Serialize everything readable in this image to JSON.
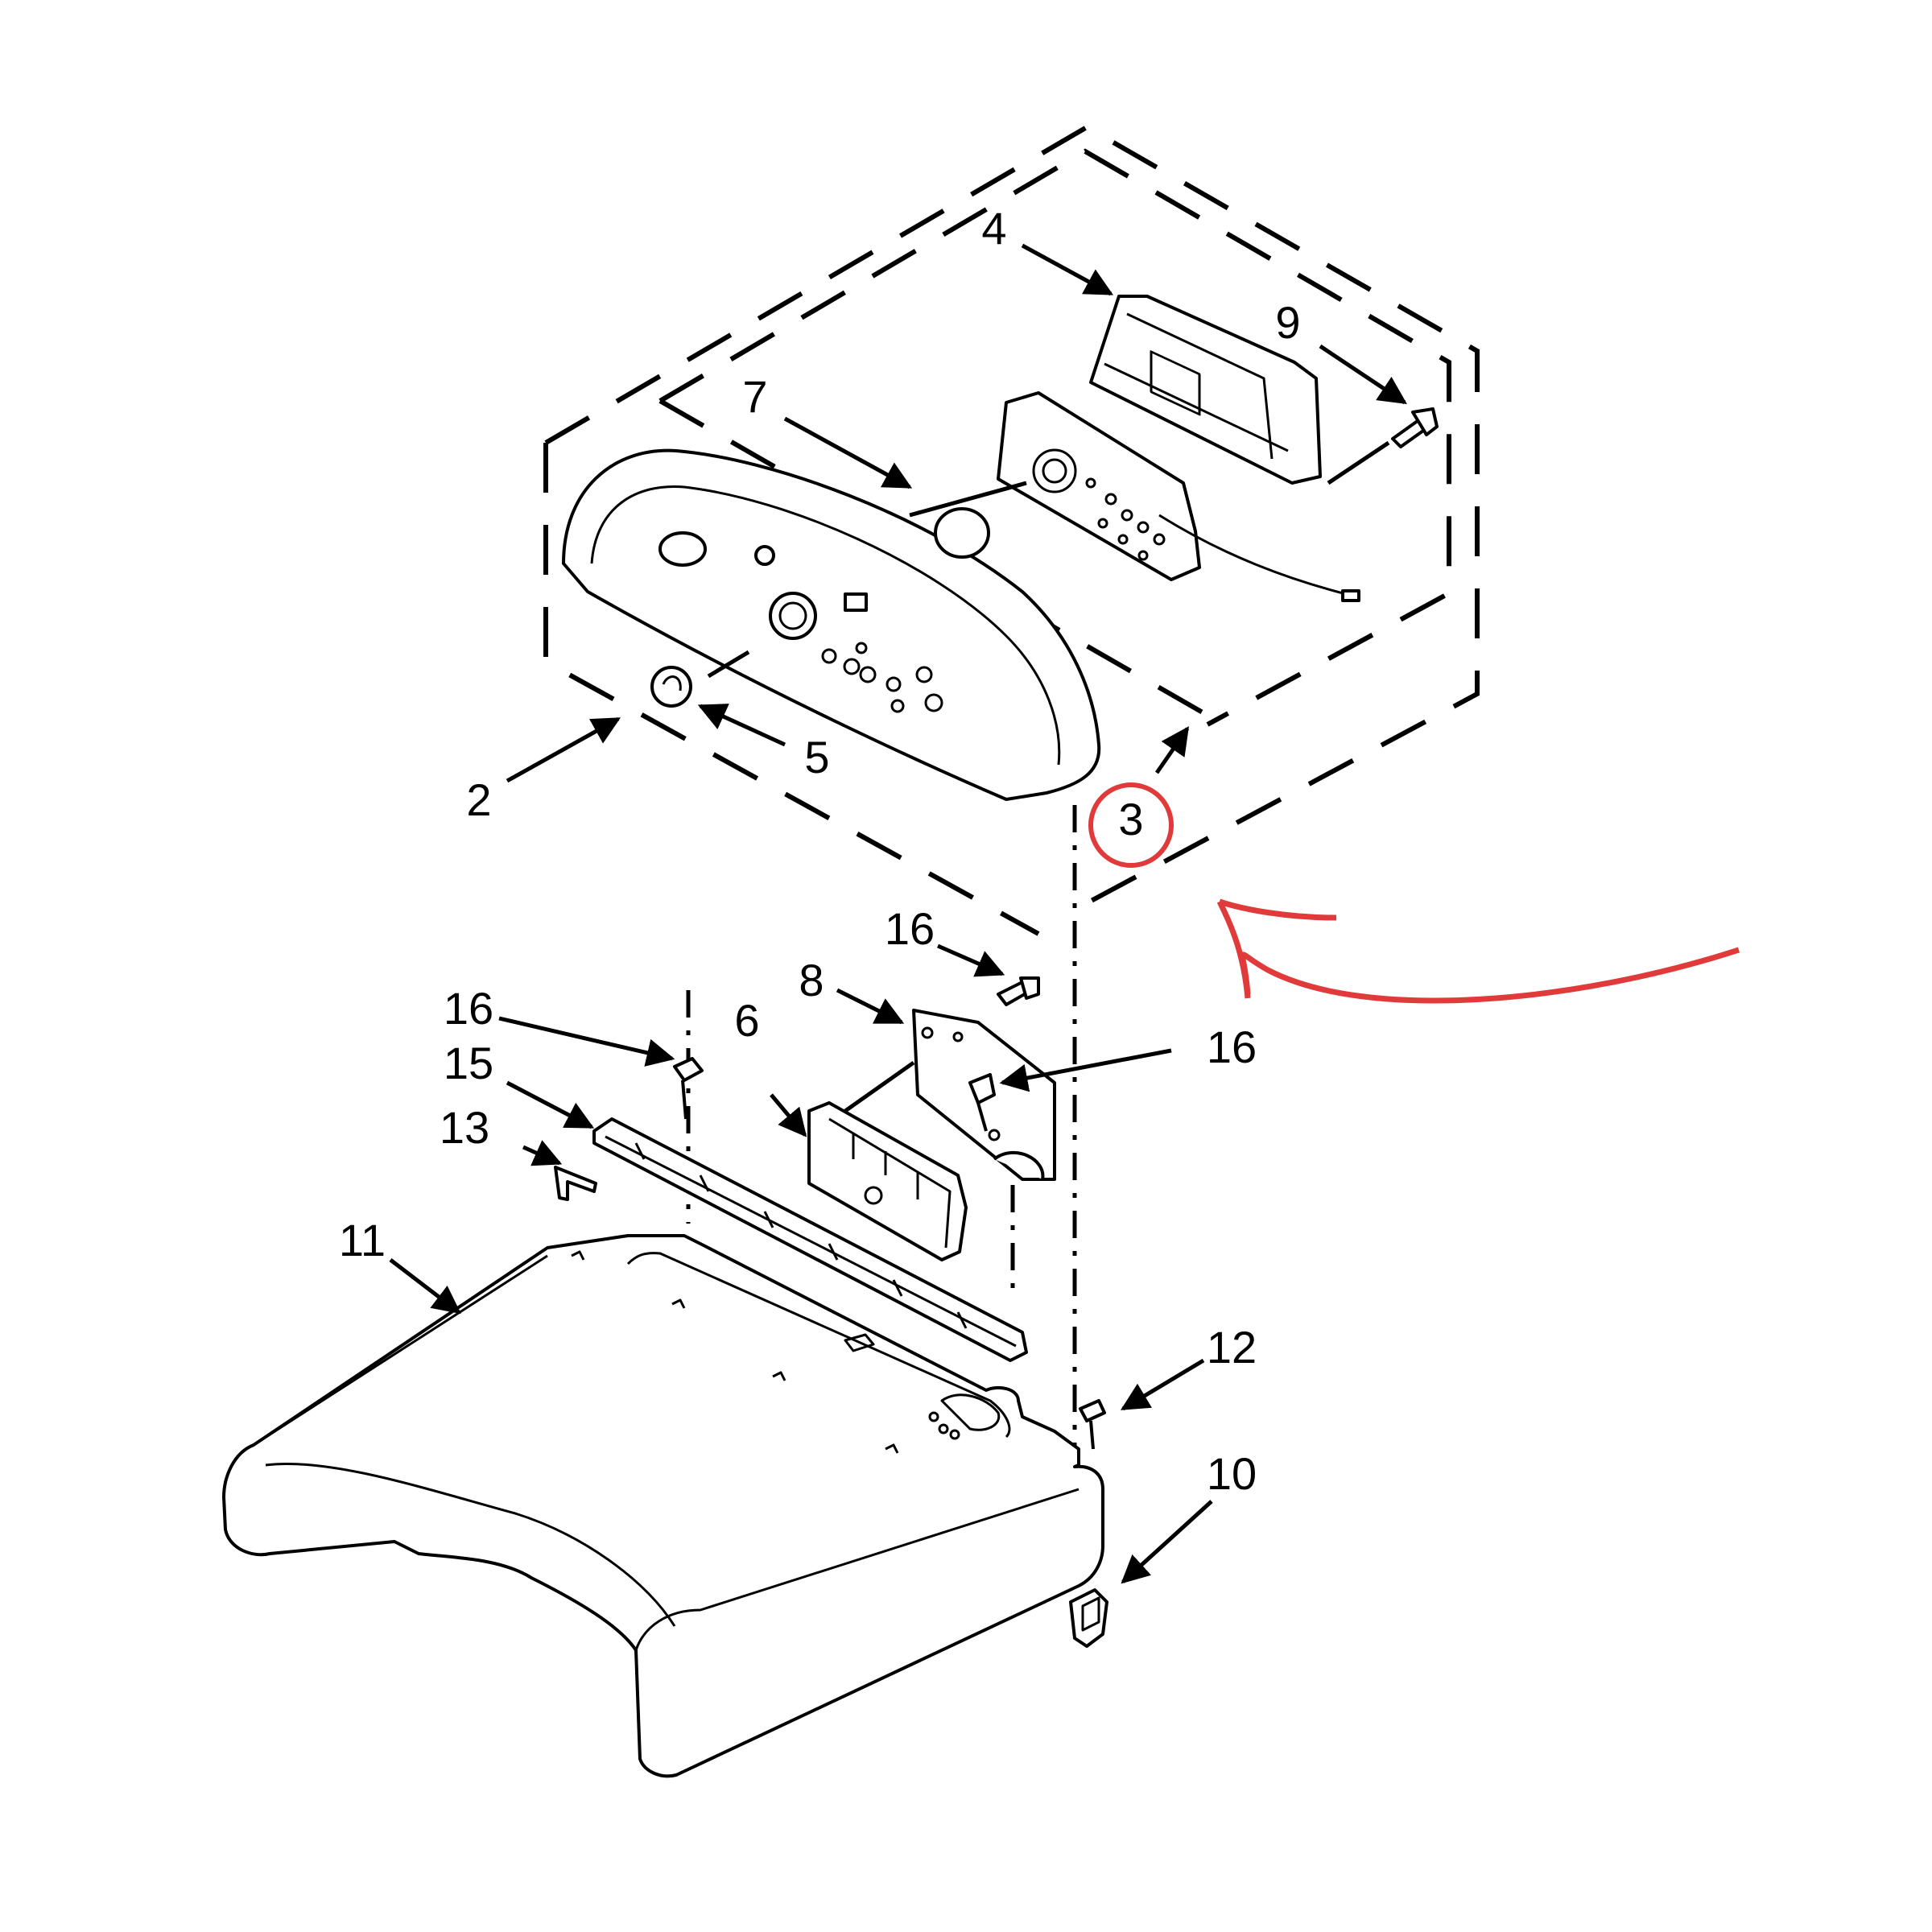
{
  "diagram": {
    "callouts": [
      {
        "id": "c4",
        "label": "4"
      },
      {
        "id": "c9",
        "label": "9"
      },
      {
        "id": "c7",
        "label": "7"
      },
      {
        "id": "c2",
        "label": "2"
      },
      {
        "id": "c5",
        "label": "5"
      },
      {
        "id": "c3",
        "label": "3"
      },
      {
        "id": "c16a",
        "label": "16"
      },
      {
        "id": "c8",
        "label": "8"
      },
      {
        "id": "c6",
        "label": "6"
      },
      {
        "id": "c16b",
        "label": "16"
      },
      {
        "id": "c16c",
        "label": "16"
      },
      {
        "id": "c15",
        "label": "15"
      },
      {
        "id": "c13",
        "label": "13"
      },
      {
        "id": "c11",
        "label": "11"
      },
      {
        "id": "c12",
        "label": "12"
      },
      {
        "id": "c10",
        "label": "10"
      }
    ],
    "highlight": {
      "circled_label": "3",
      "color": "#e03a3a"
    }
  }
}
